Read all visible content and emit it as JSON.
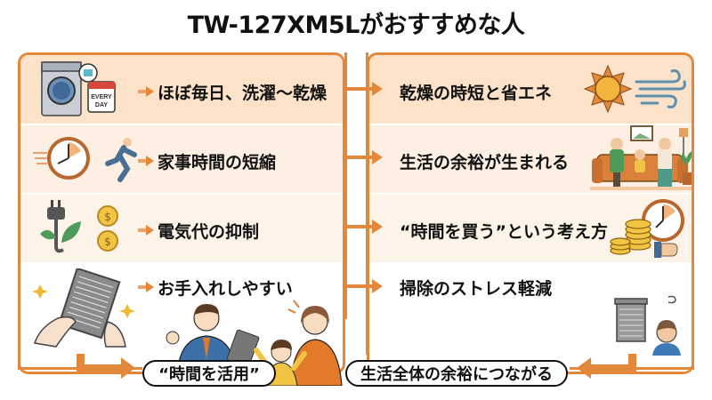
{
  "title": "TW-127XM5Lがおすすめな人",
  "colors": {
    "accent": "#e3883a",
    "row1_bg": "#fbe2c8",
    "row_bg": "#fdf0e3",
    "text": "#111111"
  },
  "left_column": {
    "items": [
      {
        "label": "ほぼ毎日、洗濯〜乾燥",
        "icon": "washing-machine-calendar-icon",
        "calendar_text": [
          "EVERY",
          "DAY"
        ]
      },
      {
        "label": "家事時間の短縮",
        "icon": "clock-running-person-icon"
      },
      {
        "label": "電気代の抑制",
        "icon": "plug-leaf-coins-icon"
      },
      {
        "label": "お手入れしやすい",
        "icon": "filter-hands-sparkle-icon"
      }
    ]
  },
  "right_column": {
    "items": [
      {
        "label": "乾燥の時短と省エネ",
        "icon": "sun-wind-icon"
      },
      {
        "label": "生活の余裕が生まれる",
        "icon": "family-sofa-icon"
      },
      {
        "label": "“時間を買う”という考え方",
        "icon": "coins-clock-thumbsup-icon"
      },
      {
        "label": "掃除のストレス軽減",
        "icon": "filter-relaxed-person-icon"
      }
    ]
  },
  "bottom": {
    "left_pill": "“時間を活用”",
    "right_pill": "生活全体の余裕につながる",
    "illustration": "business-family-people-icon"
  }
}
